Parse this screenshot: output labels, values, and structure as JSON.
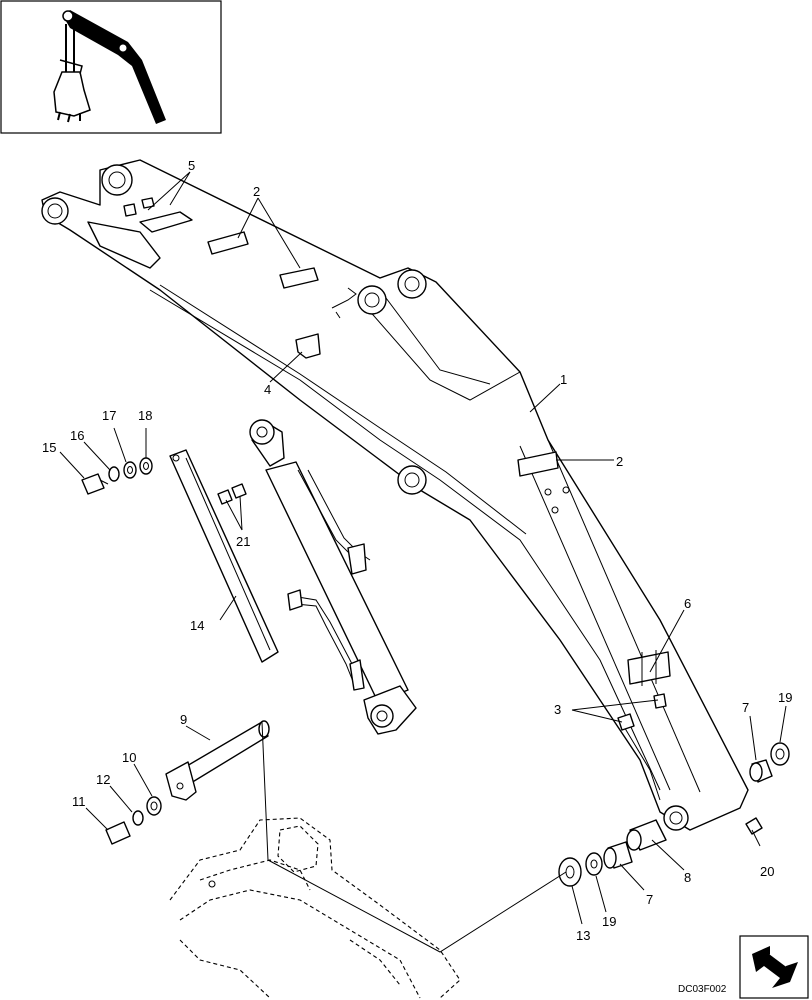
{
  "drawing_code": "DC03F002",
  "callouts": {
    "c1": "1",
    "c2a": "2",
    "c2b": "2",
    "c3": "3",
    "c4": "4",
    "c5": "5",
    "c6": "6",
    "c7a": "7",
    "c7b": "7",
    "c8": "8",
    "c9": "9",
    "c10": "10",
    "c11": "11",
    "c12": "12",
    "c13": "13",
    "c14": "14",
    "c15": "15",
    "c16": "16",
    "c17": "17",
    "c18": "18",
    "c19a": "19",
    "c19b": "19",
    "c20": "20",
    "c21": "21"
  },
  "icons": {
    "locator": "machine-locator-icon",
    "next_page": "next-page-arrow-icon"
  }
}
